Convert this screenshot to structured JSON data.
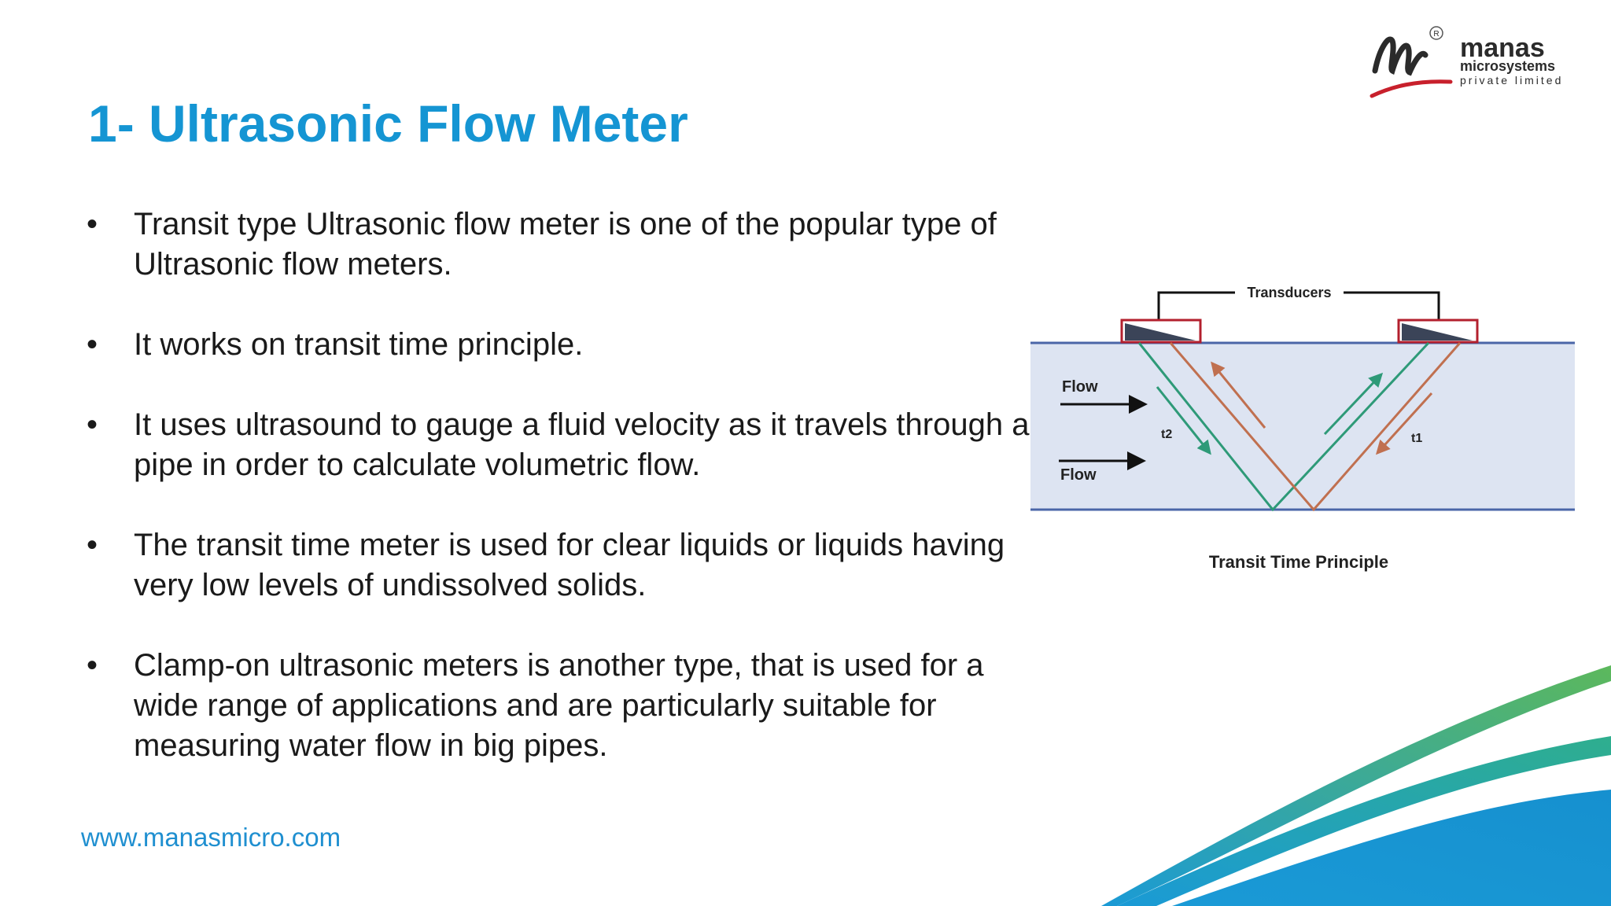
{
  "slide": {
    "title": "1- Ultrasonic Flow Meter",
    "bullet_symbol": "•",
    "bullets": [
      "Transit type Ultrasonic flow meter is one of the popular type of Ultrasonic flow meters.",
      "It works on transit time principle.",
      "It uses ultrasound to gauge a fluid velocity as it travels through a pipe in order to calculate volumetric flow.",
      "The transit time meter is used for clear liquids or liquids having very low levels of undissolved solids.",
      "Clamp-on ultrasonic meters is another type, that is used for a wide range of applications and are particularly suitable for measuring water flow in big pipes."
    ],
    "footer_url": "www.manasmicro.com"
  },
  "logo": {
    "name": "manas",
    "line2": "microsystems",
    "line3": "private limited",
    "registered": "R"
  },
  "diagram": {
    "transducers_label": "Transducers",
    "flow_label_top": "Flow",
    "flow_label_bottom": "Flow",
    "t2_label": "t2",
    "t1_label": "t1",
    "caption": "Transit Time Principle"
  },
  "colors": {
    "title": "#1595d3",
    "pipe_fill": "#dde4f2",
    "pipe_border": "#4a66a8",
    "transducer_border": "#b3202e",
    "transducer_fill": "#3b4458",
    "beam_green": "#2e9a78",
    "beam_red": "#c07050",
    "swoosh_green": "#5cb85c",
    "swoosh_blue": "#1a9ad6"
  }
}
